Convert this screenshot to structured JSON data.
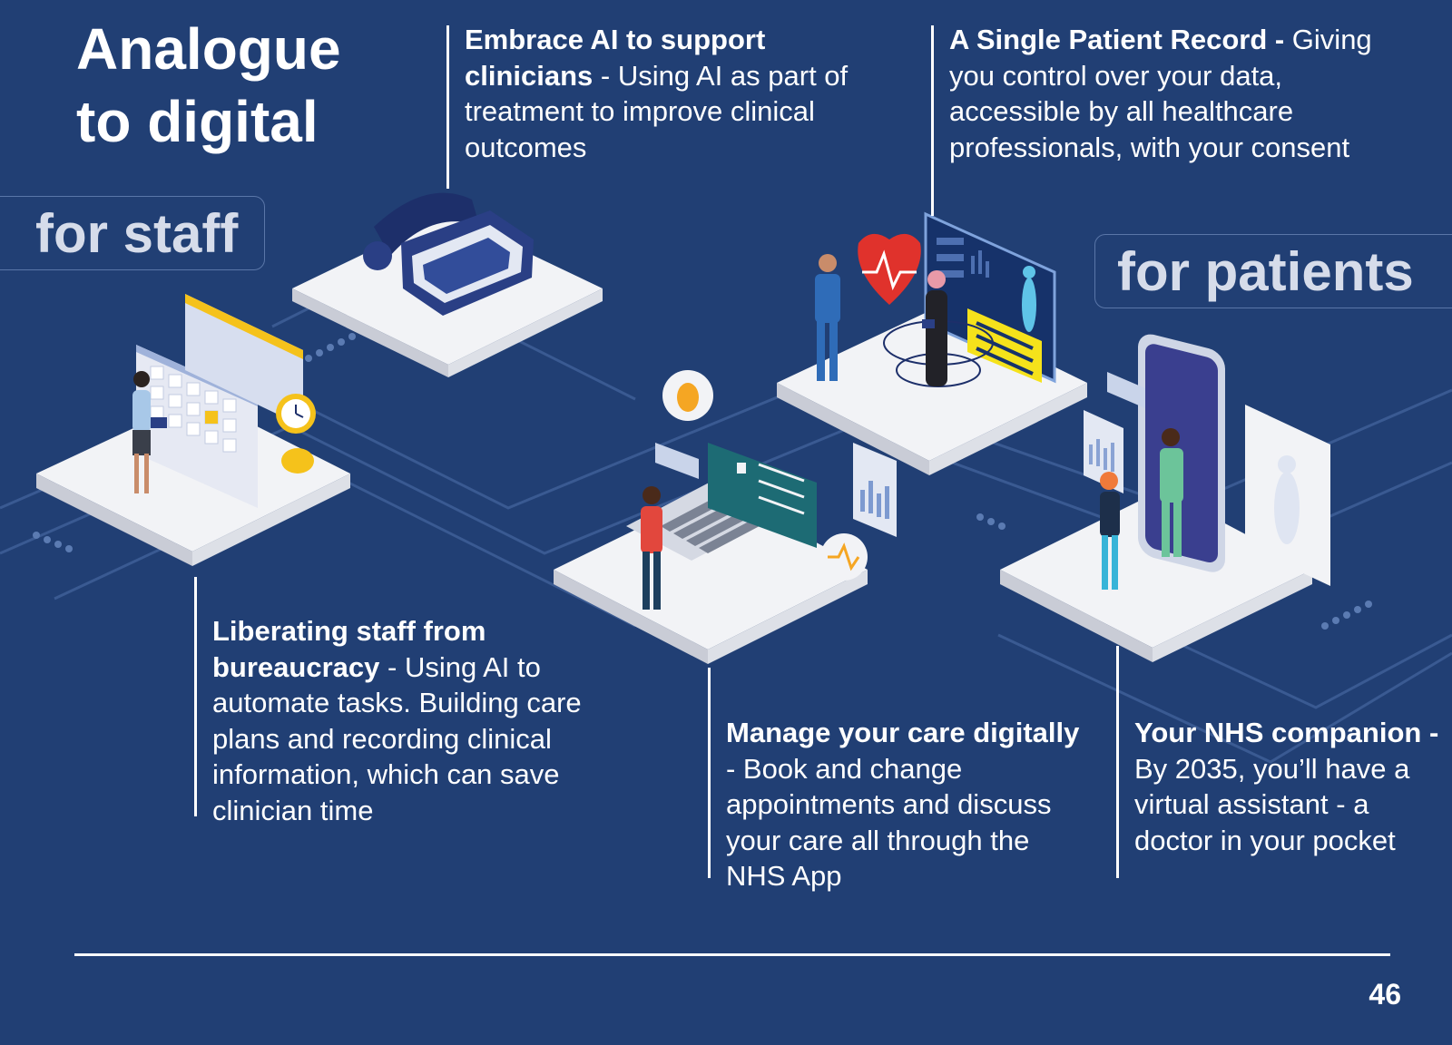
{
  "title": {
    "line1": "Analogue",
    "line2": "to digital"
  },
  "labels": {
    "staff": "for staff",
    "patients": "for patients"
  },
  "callouts": {
    "ai": {
      "heading": "Embrace AI to support clinicians",
      "text": " - Using AI as part of treatment to improve clinical outcomes"
    },
    "record": {
      "heading": "A Single Patient Record -",
      "text": " Giving you control over your data, accessible by all healthcare professionals, with your consent"
    },
    "liberate": {
      "heading": "Liberating staff from bureaucracy",
      "text": " - Using AI to automate tasks. Building care plans and recording clinical information, which can save clinician time"
    },
    "manage": {
      "heading": "Manage your care digitally",
      "text": " - Book and change appointments and discuss your care all through the NHS App"
    },
    "companion": {
      "heading": "Your NHS companion -",
      "text": " By 2035, you’ll have a virtual assistant - a doctor in your pocket"
    }
  },
  "page_number": "46",
  "colors": {
    "background": "#213f74",
    "platform": "#f2f3f6",
    "accent_yellow": "#f5c21b",
    "accent_red": "#e0322c"
  },
  "icons": [
    "vr-headset-icon",
    "calendar-icon",
    "laptop-icon",
    "health-dashboard-icon",
    "smartphone-icon"
  ]
}
